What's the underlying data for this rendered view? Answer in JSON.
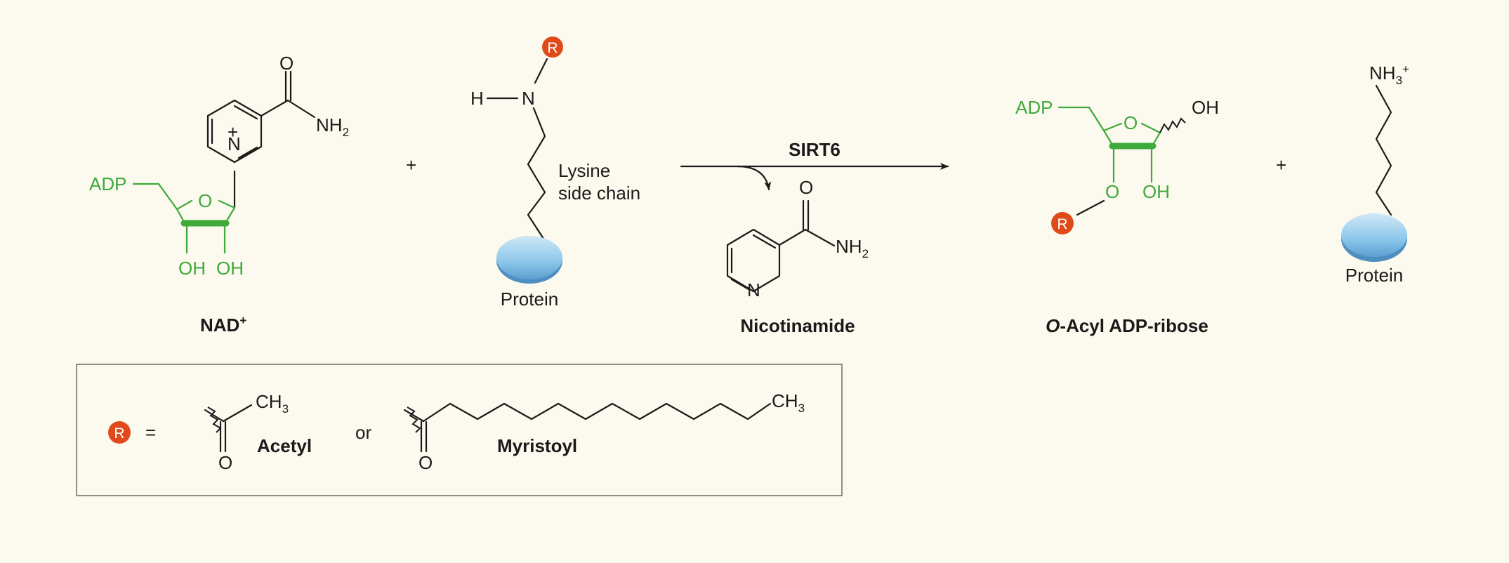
{
  "colors": {
    "background": "#fcf9ee",
    "ribose_green": "#3daa3a",
    "r_group_orange": "#e04a1a",
    "protein_blue": "#8cc6ea",
    "ink": "#1a1a1a"
  },
  "reactants": {
    "nad": {
      "caption": "NAD",
      "caption_sup": "+",
      "adp": "ADP",
      "ring_o": "O",
      "oh1": "OH",
      "oh2": "OH",
      "n": "N",
      "plus": "+",
      "carbonyl_o": "O",
      "nh": "NH",
      "nh_sub": "2"
    },
    "plus_sign": "+",
    "lysine": {
      "h": "H",
      "n": "N",
      "r": "R",
      "side_chain_line1": "Lysine",
      "side_chain_line2": "side chain",
      "protein": "Protein"
    }
  },
  "enzyme": "SIRT6",
  "byproduct": {
    "caption": "Nicotinamide",
    "o": "O",
    "nh": "NH",
    "nh_sub": "2",
    "n": "N"
  },
  "products": {
    "acyl_adp_ribose": {
      "caption_italic": "O",
      "caption_rest": "-Acyl ADP-ribose",
      "adp": "ADP",
      "ring_o": "O",
      "oh_top": "OH",
      "o_ester": "O",
      "oh_bottom": "OH",
      "r": "R"
    },
    "plus_sign": "+",
    "protein_product": {
      "nh": "NH",
      "nh_sub": "3",
      "nh_sup": "+",
      "protein": "Protein"
    }
  },
  "legend": {
    "r": "R",
    "equals": "=",
    "acetyl_ch": "CH",
    "acetyl_ch_sub": "3",
    "acetyl_o": "O",
    "acetyl_label": "Acetyl",
    "or": "or",
    "myristoyl_ch": "CH",
    "myristoyl_ch_sub": "3",
    "myristoyl_o": "O",
    "myristoyl_label": "Myristoyl"
  }
}
